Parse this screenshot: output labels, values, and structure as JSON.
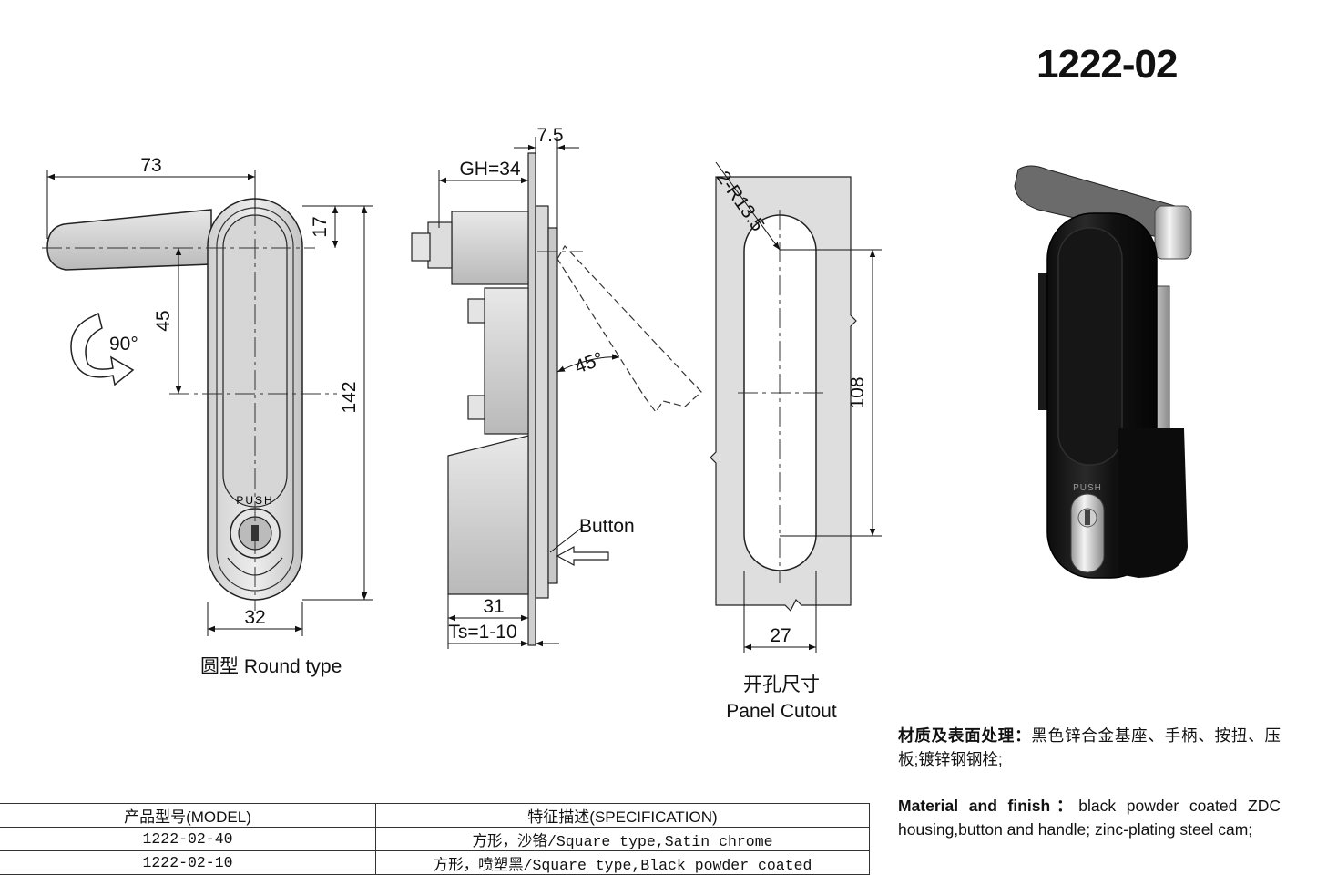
{
  "model_number": "1222-02",
  "views": {
    "front": {
      "caption": "圆型 Round type",
      "dims": {
        "width": "73",
        "top": "17",
        "pivot": "45",
        "height": "142",
        "bottom": "32",
        "rotation": "90°"
      },
      "push_label": "PUSH"
    },
    "side": {
      "dims": {
        "thickness": "7.5",
        "gh": "GH=34",
        "angle": "45°",
        "depth": "31",
        "ts": "Ts=1-10"
      },
      "button_label": "Button"
    },
    "cutout": {
      "caption_zh": "开孔尺寸",
      "caption_en": "Panel Cutout",
      "dims": {
        "radius": "2-R13.5",
        "length": "108",
        "width": "27"
      }
    },
    "photo": {
      "push_label": "PUSH"
    }
  },
  "material": {
    "zh_label": "材质及表面处理：",
    "zh_text": "黑色锌合金基座、手柄、按扭、压板;镀锌钢钢栓;",
    "en_label": "Material and finish：",
    "en_text": "black powder coated ZDC housing,button and handle;  zinc-plating steel cam;"
  },
  "spec_table": {
    "headers": [
      "产品型号(MODEL)",
      "特征描述(SPECIFICATION)"
    ],
    "rows": [
      [
        "1222-02-40",
        "方形，沙铬/Square type,Satin chrome"
      ],
      [
        "1222-02-10",
        "方形，喷塑黑/Square type,Black powder coated"
      ]
    ]
  }
}
